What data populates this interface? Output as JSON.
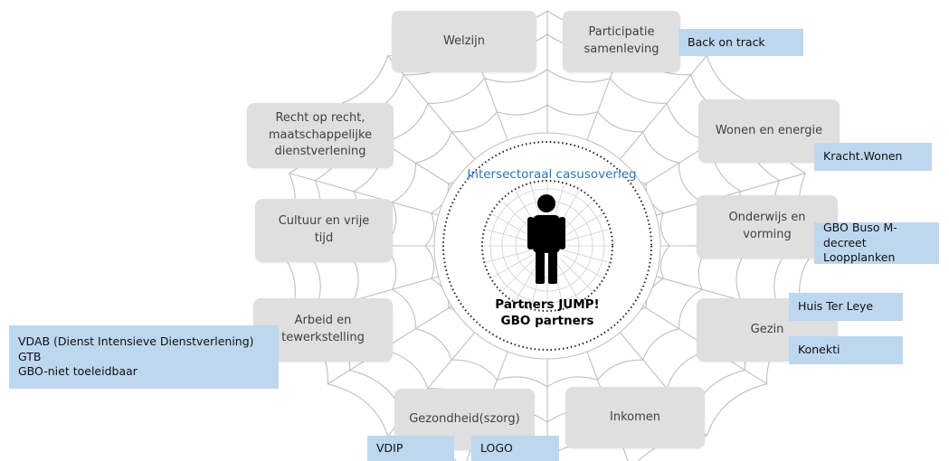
{
  "center": {
    "title": "Intersectoraal casusoverleg",
    "subtitle_line1": "Partners JUMP!",
    "subtitle_line2": "GBO partners"
  },
  "domains": {
    "welzijn": "Welzijn",
    "participatie": [
      "Participatie",
      "samenleving"
    ],
    "wonen": "Wonen en energie",
    "onderwijs": [
      "Onderwijs en",
      "vorming"
    ],
    "gezin": "Gezin",
    "inkomen": "Inkomen",
    "gezondheid": "Gezondheid(szorg)",
    "arbeid": [
      "Arbeid en",
      "tewerkstelling"
    ],
    "cultuur": [
      "Cultuur en vrije",
      "tijd"
    ],
    "recht": [
      "Recht op recht,",
      "maatschappelijke",
      "dienstverlening"
    ]
  },
  "partners": {
    "back_on_track": "Back on track",
    "kracht_wonen": "Kracht.Wonen",
    "gbo_buso": [
      "GBO Buso M-decreet",
      "Loopplanken"
    ],
    "huis_ter_leye": "Huis Ter Leye",
    "konekti": "Konekti",
    "vdip": "VDIP",
    "logo": "LOGO",
    "vdab": [
      "VDAB (Dienst Intensieve Dienstverlening)",
      "GTB",
      "GBO-niet toeleidbaar"
    ]
  },
  "colors": {
    "box_fill": "#e0dfdf",
    "tag_fill": "#bdd7ee",
    "title_blue": "#2e75b6",
    "web_stroke": "#bfbfbf"
  },
  "icons": {
    "person": "person-icon",
    "web": "spider-web"
  }
}
